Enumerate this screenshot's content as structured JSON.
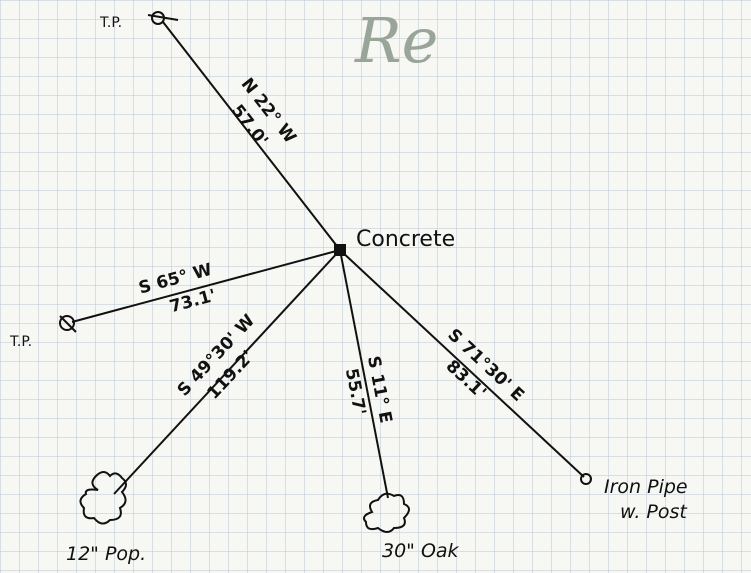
{
  "hub": {
    "label": "Concrete"
  },
  "rays": {
    "north": {
      "bearing": "N 22° W",
      "distance": "57.0'"
    },
    "west": {
      "bearing": "S 65° W",
      "distance": "73.1'"
    },
    "southwest": {
      "bearing": "S 49°30' W",
      "distance": "119.2'"
    },
    "south": {
      "bearing": "S 11° E",
      "distance": "55.7'"
    },
    "southeast": {
      "bearing": "S 71°30' E",
      "distance": "83.1'"
    }
  },
  "endpoints": {
    "tp_top": {
      "label": "T.P.",
      "symbol": "circle-cross-icon"
    },
    "tp_left": {
      "label": "T.P.",
      "symbol": "circle-cross-icon"
    },
    "poplar": {
      "label": "12\" Pop.",
      "symbol": "tree-icon"
    },
    "oak": {
      "label": "30\" Oak",
      "symbol": "tree-icon"
    },
    "iron_pipe": {
      "line1": "Iron Pipe",
      "line2": "w. Post",
      "symbol": "circle-icon"
    }
  },
  "margin_scribble": "Re",
  "colors": {
    "grid": "#b9c7d3",
    "ink": "#111111",
    "paper": "#f7f7f4",
    "scribble": "#9aa59a"
  }
}
